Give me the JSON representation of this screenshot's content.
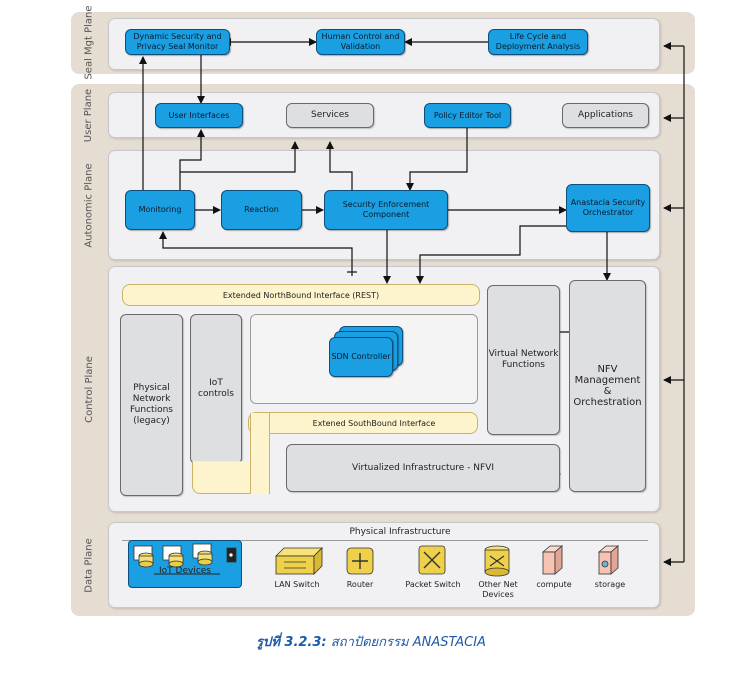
{
  "planes": {
    "seal": "Seal Mgt Plane",
    "user": "User Plane",
    "autonomic": "Autonomic Plane",
    "control": "Control Plane",
    "data": "Data Plane"
  },
  "seal_boxes": {
    "monitor": "Dynamic Security and Privacy Seal Monitor",
    "human": "Human Control and Validation",
    "lifecycle": "Life Cycle and Deployment Analysis"
  },
  "user_boxes": {
    "interfaces": "User Interfaces",
    "services": "Services",
    "policy": "Policy Editor Tool",
    "applications": "Applications"
  },
  "autonomic_boxes": {
    "monitoring": "Monitoring",
    "reaction": "Reaction",
    "enforcement": "Security Enforcement Component",
    "orchestrator": "Anastacia Security Orchestrator"
  },
  "control_boxes": {
    "northbound": "Extended NorthBound Interface (REST)",
    "physical": "Physical Network Functions (legacy)",
    "iot": "IoT controls",
    "sdn": "SDN Controller",
    "vnf": "Virtual Network Functions",
    "nfv": "NFV Management & Orchestration",
    "southbound": "Extened SouthBound Interface",
    "nfvi": "Virtualized Infrastructure - NFVI"
  },
  "data_plane": {
    "title": "Physical Infrastructure",
    "iot_devices": "IoT Devices",
    "devices": [
      {
        "label": "LAN Switch",
        "icon": "lan-switch-icon"
      },
      {
        "label": "Router",
        "icon": "router-icon"
      },
      {
        "label": "Packet Switch",
        "icon": "packet-switch-icon"
      },
      {
        "label": "Other Net Devices",
        "icon": "other-devices-icon"
      },
      {
        "label": "compute",
        "icon": "compute-icon"
      },
      {
        "label": "storage",
        "icon": "storage-icon"
      }
    ]
  },
  "caption": {
    "prefix": "รูปที่ 3.2.3:",
    "text": " สถาปัตยกรรม ANASTACIA"
  },
  "colors": {
    "accent": "#1a9fe3",
    "outer": "#e6ddd2",
    "caption": "#1e5aa8"
  }
}
